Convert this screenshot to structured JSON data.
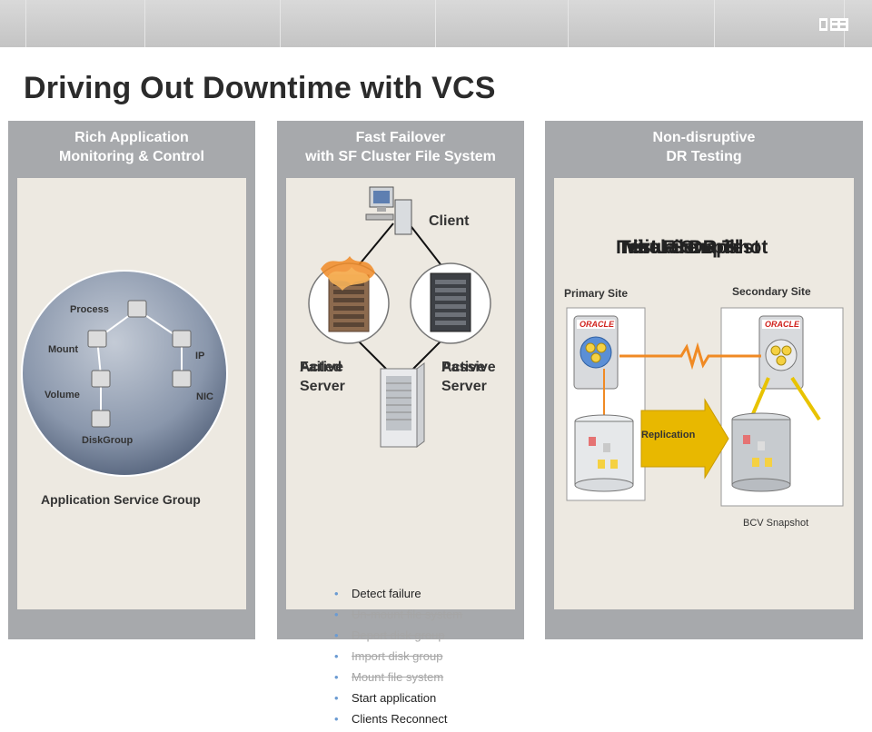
{
  "slide": {
    "title": "Driving Out Downtime with VCS"
  },
  "panels": [
    {
      "heading_line1": "Rich Application",
      "heading_line2": "Monitoring & Control",
      "nodes": [
        "Process",
        "Mount",
        "IP",
        "Volume",
        "NIC",
        "DiskGroup"
      ],
      "caption": "Application  Service Group"
    },
    {
      "heading_line1": "Fast Failover",
      "heading_line2": "with SF Cluster File System",
      "client_label": "Client",
      "left_server_line1": "Failed",
      "left_server_line1_alt": "Active",
      "left_server_line2": "Server",
      "right_server_line1": "Active",
      "right_server_line1_alt": "Passive",
      "right_server_line2": "Server",
      "steps": [
        {
          "text": "Detect failure",
          "struck": false
        },
        {
          "text": "Un-mount file system",
          "struck": true
        },
        {
          "text": "Deport disk group",
          "struck": true
        },
        {
          "text": "Import disk group",
          "struck": true
        },
        {
          "text": "Mount file system",
          "struck": true
        },
        {
          "text": "Start application",
          "struck": false
        },
        {
          "text": "Clients Reconnect",
          "struck": false
        }
      ]
    },
    {
      "heading_line1": "Non-disruptive",
      "heading_line2": "DR Testing",
      "overlay_labels": [
        "Initial Setup",
        "Test Fire Drill",
        "Virtual DR Test",
        "Take a Snapshot"
      ],
      "primary_site": "Primary Site",
      "secondary_site": "Secondary Site",
      "oracle_label": "ORACLE",
      "replication_label": "Replication",
      "bcv_label": "BCV Snapshot"
    }
  ],
  "colors": {
    "panel_frame": "#a7a9ac",
    "panel_body": "#ede9e1",
    "replication_line": "#f08a24",
    "replication_arrow": "#e8b800",
    "oracle_red": "#d0201b",
    "bullet": "#6b9bd2"
  }
}
